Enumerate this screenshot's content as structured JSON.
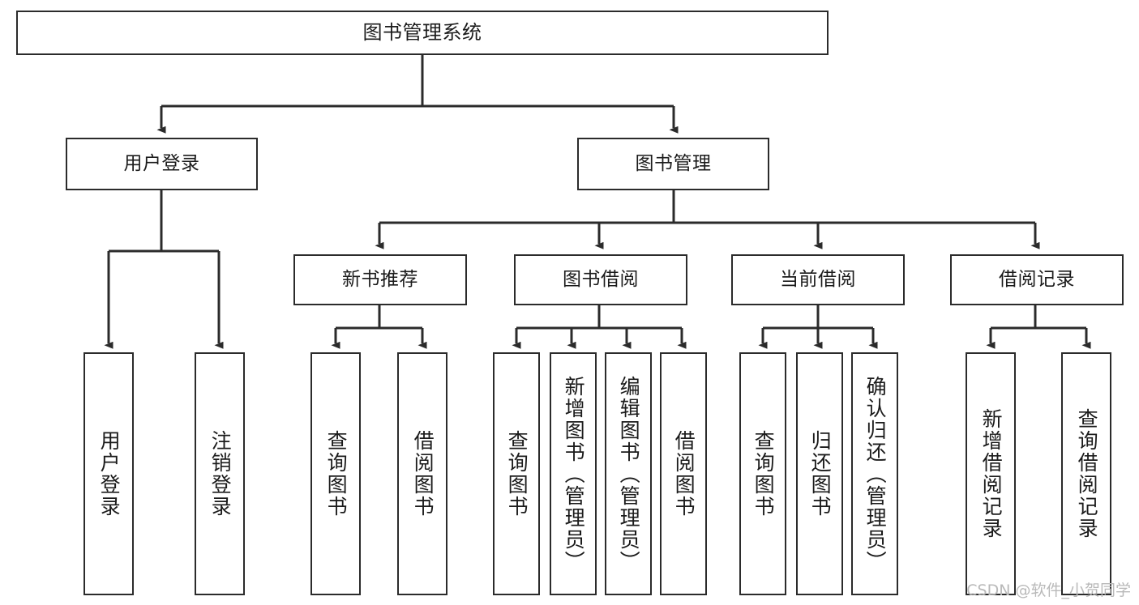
{
  "diagram": {
    "title": "图书管理系统",
    "watermark": "CSDN @软件_小贺同学",
    "line_color": "#2b2b2b",
    "box_fill": "#ffffff",
    "text_color": "#1b1b1b",
    "watermark_color": "#b9b9b9"
  },
  "root": {
    "label": "图书管理系统"
  },
  "level2": [
    {
      "label": "用户登录"
    },
    {
      "label": "图书管理"
    }
  ],
  "level3": [
    {
      "label": "新书推荐"
    },
    {
      "label": "图书借阅"
    },
    {
      "label": "当前借阅"
    },
    {
      "label": "借阅记录"
    }
  ],
  "leaves": {
    "user_login": [
      {
        "label": "用户登录"
      },
      {
        "label": "注销登录"
      }
    ],
    "new_book": [
      {
        "label": "查询图书"
      },
      {
        "label": "借阅图书"
      }
    ],
    "book_borrow": [
      {
        "label": "查询图书"
      },
      {
        "label": "新增图书（管理员）"
      },
      {
        "label": "编辑图书（管理员）"
      },
      {
        "label": "借阅图书"
      }
    ],
    "current_borrow": [
      {
        "label": "查询图书"
      },
      {
        "label": "归还图书"
      },
      {
        "label": "确认归还（管理员）"
      }
    ],
    "borrow_record": [
      {
        "label": "新增借阅记录"
      },
      {
        "label": "查询借阅记录"
      }
    ]
  }
}
